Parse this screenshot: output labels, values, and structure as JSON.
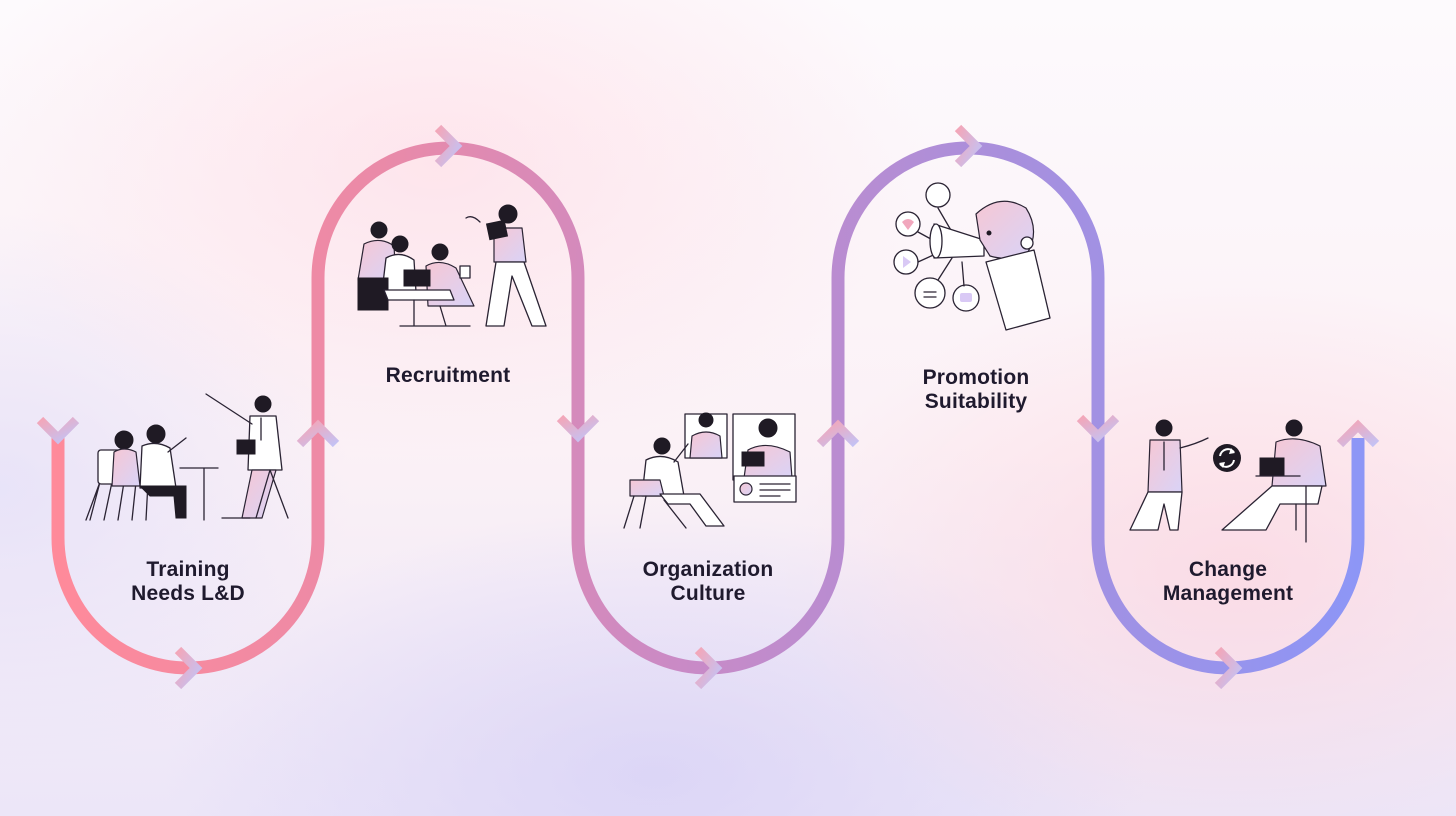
{
  "steps": [
    {
      "id": "training",
      "label_line1": "Training",
      "label_line2": "Needs L&D",
      "illustration": "trainer-presenting-illustration"
    },
    {
      "id": "recruitment",
      "label_line1": "Recruitment",
      "label_line2": "",
      "illustration": "team-meeting-illustration"
    },
    {
      "id": "culture",
      "label_line1": "Organization",
      "label_line2": "Culture",
      "illustration": "video-call-illustration"
    },
    {
      "id": "promotion",
      "label_line1": "Promotion",
      "label_line2": "Suitability",
      "illustration": "megaphone-robot-illustration"
    },
    {
      "id": "change",
      "label_line1": "Change",
      "label_line2": "Management",
      "illustration": "sync-discussion-illustration"
    }
  ],
  "path_colors": {
    "start": "#ff8a9a",
    "middle": "#c78dc8",
    "end": "#8e94f6"
  },
  "chevron_colors": {
    "light": "#c7c4f3",
    "pink": "#f4a4b6"
  }
}
